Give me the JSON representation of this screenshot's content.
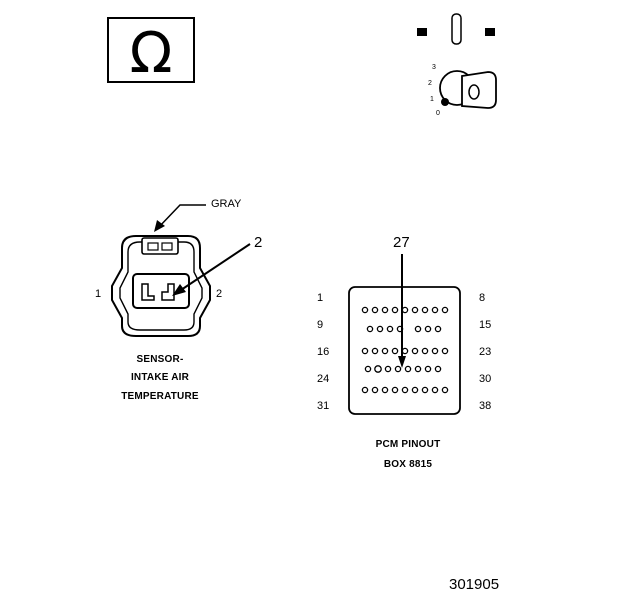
{
  "ohmmeter": {
    "symbol": "Ω"
  },
  "ignition": {
    "positions": [
      "3",
      "2",
      "1",
      "0"
    ]
  },
  "sensor": {
    "wire_color": "GRAY",
    "callout": "2",
    "pin_left": "1",
    "pin_right": "2",
    "caption_lines": [
      "SENSOR-",
      "INTAKE AIR",
      "TEMPERATURE"
    ]
  },
  "pcm": {
    "callout": "27",
    "row_labels_left": [
      "1",
      "9",
      "16",
      "24",
      "31"
    ],
    "row_labels_right": [
      "8",
      "15",
      "23",
      "30",
      "38"
    ],
    "caption_lines": [
      "PCM PINOUT",
      "BOX 8815"
    ],
    "highlight_pin": 27
  },
  "figure_number": "301905"
}
